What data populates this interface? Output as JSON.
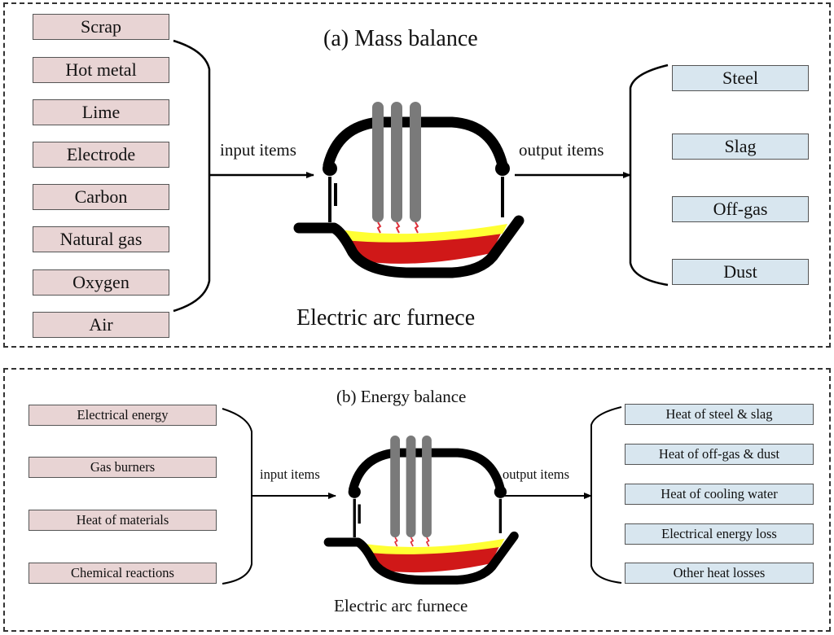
{
  "mass_balance": {
    "title": "(a) Mass balance",
    "input_label": "input items",
    "output_label": "output items",
    "furnace_caption": "Electric arc furnece",
    "inputs": [
      "Scrap",
      "Hot metal",
      "Lime",
      "Electrode",
      "Carbon",
      "Natural gas",
      "Oxygen",
      "Air"
    ],
    "outputs": [
      "Steel",
      "Slag",
      "Off-gas",
      "Dust"
    ]
  },
  "energy_balance": {
    "title": "(b) Energy balance",
    "input_label": "input items",
    "output_label": "output items",
    "furnace_caption": "Electric arc furnece",
    "inputs": [
      "Electrical energy",
      "Gas burners",
      "Heat of materials",
      "Chemical reactions"
    ],
    "outputs": [
      "Heat of steel & slag",
      "Heat of off-gas & dust",
      "Heat of cooling water",
      "Electrical energy loss",
      "Other heat losses"
    ]
  },
  "colors": {
    "input_box": "#e8d4d4",
    "output_box": "#d8e6ef",
    "electrode": "#7a7a7a",
    "slag": "#ffff33",
    "molten_steel": "#d01818",
    "arc": "#e0303a"
  }
}
